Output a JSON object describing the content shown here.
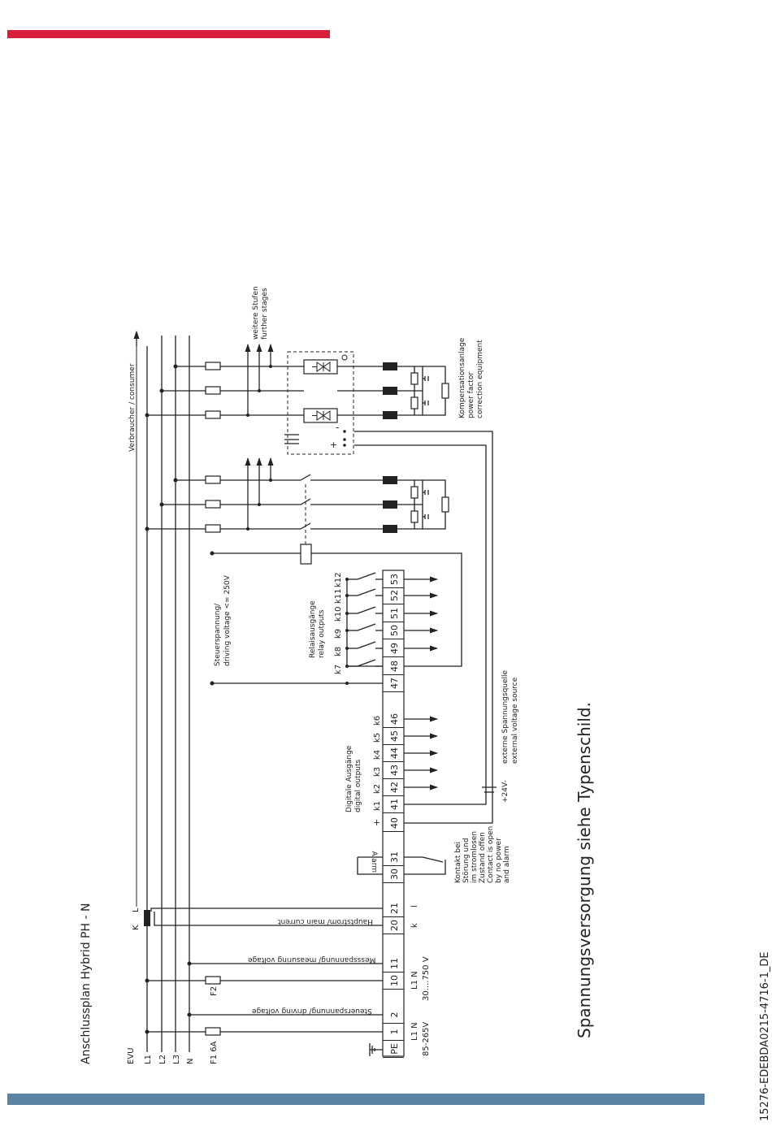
{
  "document_code": "15276-EDEBDA0215-4716-1_DE",
  "title": "Anschlussplan Hybrid PH - N",
  "power_note": "Spannungsversorgung siehe Typenschild.",
  "colors": {
    "top_bar": "#d7213b",
    "bottom_bar": "#5b83a6"
  },
  "supply": {
    "evu": "EVU",
    "phases": [
      "L1",
      "L2",
      "L3",
      "N"
    ],
    "fuse_f1": "F1  6A",
    "fuse_f2": "F2",
    "ct_k": "K",
    "ct_l": "L",
    "pe_symbol": "ground-icon"
  },
  "terminals": [
    "PE",
    "1",
    "2",
    "10",
    "11",
    "20",
    "21",
    "30",
    "31",
    "40",
    "41",
    "42",
    "43",
    "44",
    "45",
    "46",
    "47",
    "48",
    "49",
    "50",
    "51",
    "52",
    "53"
  ],
  "terminal_notes": {
    "t12_a": "L1  N",
    "t12_b": "85-265V",
    "t1011_a": "L1  N",
    "t1011_b": "30....750 V",
    "t2021_k": "k",
    "t2021_l": "l"
  },
  "wire_labels": {
    "driving_voltage": "Steuerspannung/ driving voltage",
    "measuring_voltage": "Messspannung/ measuring voltage",
    "main_current": "Hauptstrom/ main current",
    "alarm": "Alarm"
  },
  "alarm_contact": [
    "Kontakt bei",
    "Störung und",
    "im stromlosen",
    "Zustand offen",
    "Contact is open",
    "by no power",
    "and alarm"
  ],
  "digital_outputs": {
    "title_de": "Digitale Ausgänge",
    "title_en": "digital outputs",
    "plus": "+",
    "labels": [
      "k1",
      "k2",
      "k3",
      "k4",
      "k5",
      "k6"
    ]
  },
  "external_source": {
    "voltage": "+24V-",
    "de": "externe Spannungsquelle",
    "en": "external voltage source"
  },
  "control_voltage": {
    "de": "Steuerspannung/",
    "en": "driving voltage <= 250V"
  },
  "relay_outputs": {
    "title_de": "Relaisausgänge",
    "title_en": "relay outputs",
    "labels": [
      "k7",
      "k8",
      "k9",
      "k10",
      "k11",
      "k12"
    ]
  },
  "consumer": "Verbraucher / consumer",
  "further_stages": [
    "weitere Stufen",
    "further stages"
  ],
  "compensation": [
    "Kompensationsanlage",
    "power factor",
    "correction equipment"
  ],
  "thyristor_polarity": {
    "minus": "-",
    "plus": "+"
  }
}
